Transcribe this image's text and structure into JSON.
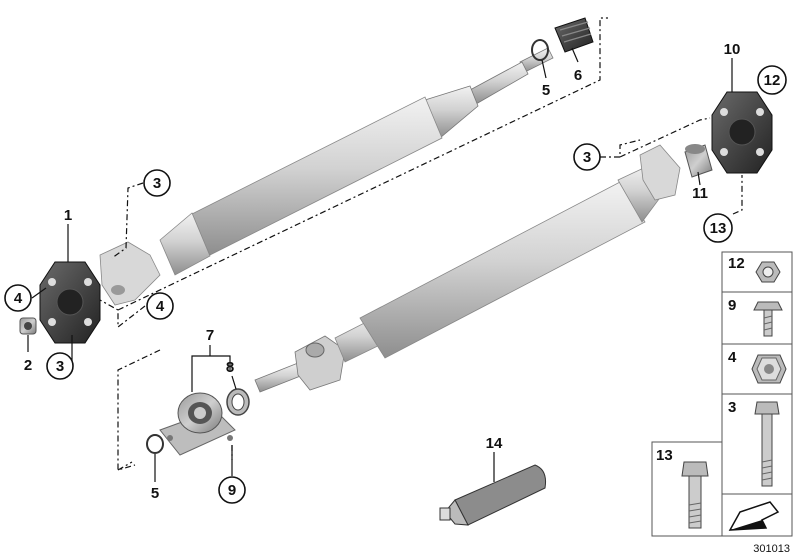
{
  "callouts": [
    {
      "id": "c1",
      "label": "1"
    },
    {
      "id": "c2",
      "label": "2"
    },
    {
      "id": "c3a",
      "label": "3"
    },
    {
      "id": "c3b",
      "label": "3"
    },
    {
      "id": "c3c",
      "label": "3"
    },
    {
      "id": "c4a",
      "label": "4"
    },
    {
      "id": "c4b",
      "label": "4"
    },
    {
      "id": "c5a",
      "label": "5"
    },
    {
      "id": "c5b",
      "label": "5"
    },
    {
      "id": "c6",
      "label": "6"
    },
    {
      "id": "c7",
      "label": "7"
    },
    {
      "id": "c8",
      "label": "8"
    },
    {
      "id": "c9",
      "label": "9"
    },
    {
      "id": "c10",
      "label": "10"
    },
    {
      "id": "c11",
      "label": "11"
    },
    {
      "id": "c12",
      "label": "12"
    },
    {
      "id": "c13",
      "label": "13"
    },
    {
      "id": "c14",
      "label": "14"
    }
  ],
  "legend": {
    "items": [
      {
        "label": "12"
      },
      {
        "label": "9"
      },
      {
        "label": "4"
      },
      {
        "label": "3"
      },
      {
        "label": "13"
      }
    ]
  },
  "footer": {
    "diagram_number": "301013"
  },
  "colors": {
    "part_fill": "#c8c8c8",
    "part_dark": "#6f6f6f",
    "rubber": "#3a3a3a",
    "line": "#111111"
  }
}
